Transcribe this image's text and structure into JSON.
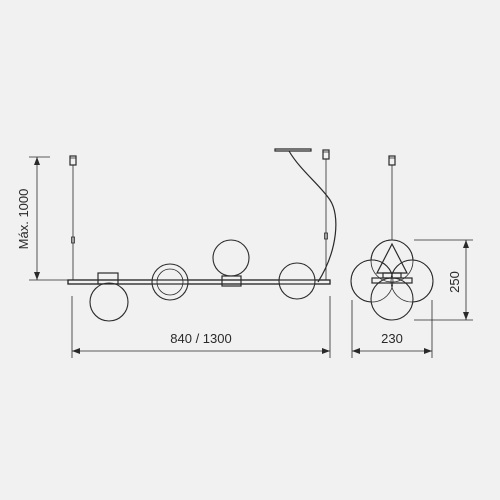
{
  "dimensions": {
    "height_label": "Máx. 1000",
    "width_label": "840 / 1300",
    "side_width_label": "230",
    "side_height_label": "250"
  },
  "colors": {
    "line": "#2a2a2a",
    "background": "#f1f1f1"
  }
}
